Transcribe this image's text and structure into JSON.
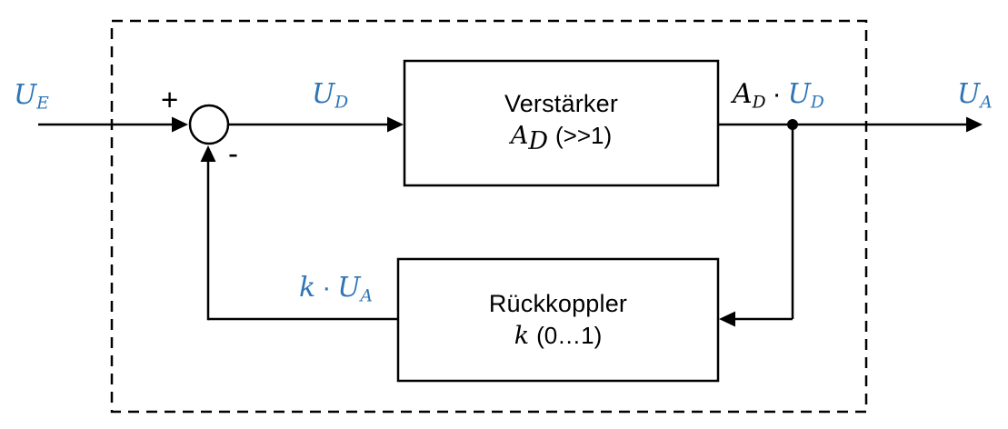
{
  "colors": {
    "signal_label_blue": "#2E75B6",
    "line_black": "#000000",
    "background": "#ffffff"
  },
  "blocks": {
    "amplifier": {
      "title": "Verstärker",
      "gain_symbol": "A",
      "gain_symbol_sub": "D",
      "gain_note": "(>>1)"
    },
    "feedback": {
      "title": "Rückkoppler",
      "gain_symbol": "k",
      "gain_note": "(0…1)"
    }
  },
  "summing_junction": {
    "plus_sign": "+",
    "minus_sign": "-"
  },
  "signals": {
    "input": {
      "base": "U",
      "sub": "E"
    },
    "difference": {
      "base": "U",
      "sub": "D"
    },
    "amplified": {
      "factor_base": "A",
      "factor_sub": "D",
      "operator": "·",
      "base": "U",
      "sub": "D"
    },
    "output": {
      "base": "U",
      "sub": "A"
    },
    "feedback": {
      "factor": "k",
      "operator": "·",
      "base": "U",
      "sub": "A"
    }
  }
}
